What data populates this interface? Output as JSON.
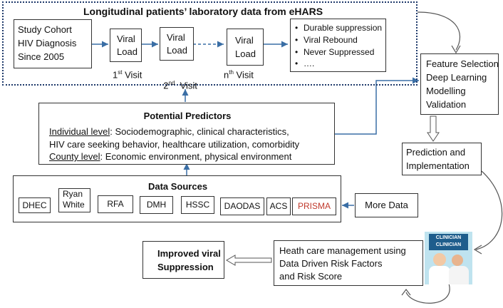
{
  "ehars": {
    "title": "Longitudinal patients’ laboratory data from eHARS",
    "cohort": [
      "Study Cohort",
      "HIV Diagnosis",
      "Since 2005"
    ],
    "viral_load": [
      "Viral",
      "Load"
    ],
    "visits": [
      {
        "num": "1",
        "sup": "st",
        "label": " Visit"
      },
      {
        "num": "2",
        "sup": "nd",
        "label": "  Visit"
      },
      {
        "num": "n",
        "sup": "th",
        "label": " Visit"
      }
    ],
    "outcomes": [
      "Durable suppression",
      "Viral Rebound",
      "Never Suppressed",
      "…."
    ]
  },
  "feature_box": [
    "Feature Selection",
    "Deep Learning",
    "Modelling",
    "Validation"
  ],
  "prediction_box": [
    "Prediction and",
    "Implementation"
  ],
  "predictors": {
    "title": "Potential Predictors",
    "individual_label": "Individual level",
    "individual_text": ": Sociodemographic, clinical characteristics,",
    "individual_text2": "HIV care seeking behavior, healthcare utilization, comorbidity",
    "county_label": "County level",
    "county_text": ": Economic environment,  physical environment"
  },
  "sources": {
    "title": "Data Sources",
    "items": [
      "DHEC",
      "Ryan White",
      "RFA",
      "DMH",
      "HSSC",
      "DAODAS",
      "ACS",
      "PRISMA"
    ],
    "highlight_color": "#c0392b"
  },
  "more_data": "More Data",
  "clinician_logo": {
    "line1": "CLINICIAN",
    "line2": "CLINICIAN"
  },
  "management": [
    "Heath care management using",
    "Data Driven Risk Factors",
    "and Risk Score"
  ],
  "improved": [
    "Improved viral",
    "Suppression"
  ],
  "colors": {
    "arrow": "#3a6ea5",
    "dashed_border": "#1f3a6b"
  }
}
